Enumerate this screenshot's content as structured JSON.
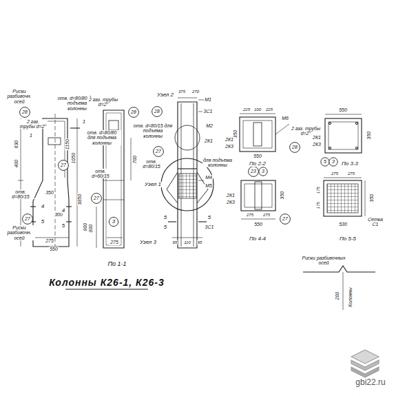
{
  "diagram": {
    "title": "Колонны К26-1, К26-3",
    "labels": [
      "Риски разбивочн. осей",
      "28",
      "2 газ. трубы d=2\"",
      "отв. d=80/80 для подъема колонны",
      "1",
      "1",
      "1150",
      "1050",
      "400",
      "630",
      "3850",
      "отв. d=80/15",
      "350",
      "300",
      "27",
      "4",
      "4",
      "27",
      "5",
      "5",
      "800",
      "Риски разбивочн. осей",
      "275",
      "550",
      "2 газ. трубы d=2\"",
      "отв. d=80/80 для подъема колонны",
      "28",
      "700",
      "отв. d=60/15",
      "27",
      "800",
      "3",
      "275",
      "Узел 3",
      "По 1-1",
      "Узел 2",
      "375",
      "270",
      "М1",
      "3С1",
      "28",
      "отв. d=80/15 для подъема колонны",
      "М2",
      "27",
      "2К1",
      "отв. d=80/15",
      "для подъема колонны",
      "Узел 1",
      "М4",
      "М5",
      "5",
      "5",
      "3С1",
      "5",
      "65",
      "110",
      "65",
      "225",
      "100",
      "225",
      "М6",
      "2 газ. трубы d=2\"",
      "350",
      "2К1",
      "2К3",
      "550",
      "По 2-2",
      "28",
      "23",
      "3",
      "2К1",
      "2К3",
      "350",
      "275",
      "275",
      "27",
      "550",
      "По 4-4",
      "550",
      "2К1",
      "2К3",
      "350",
      "5",
      "3",
      "По 3-3",
      "275",
      "275",
      "175",
      "175",
      "350",
      "Сетка С1",
      "530",
      "По 5-5",
      "Риски разбивочных осей",
      "200",
      "Колонны",
      "gbi22.ru"
    ]
  }
}
